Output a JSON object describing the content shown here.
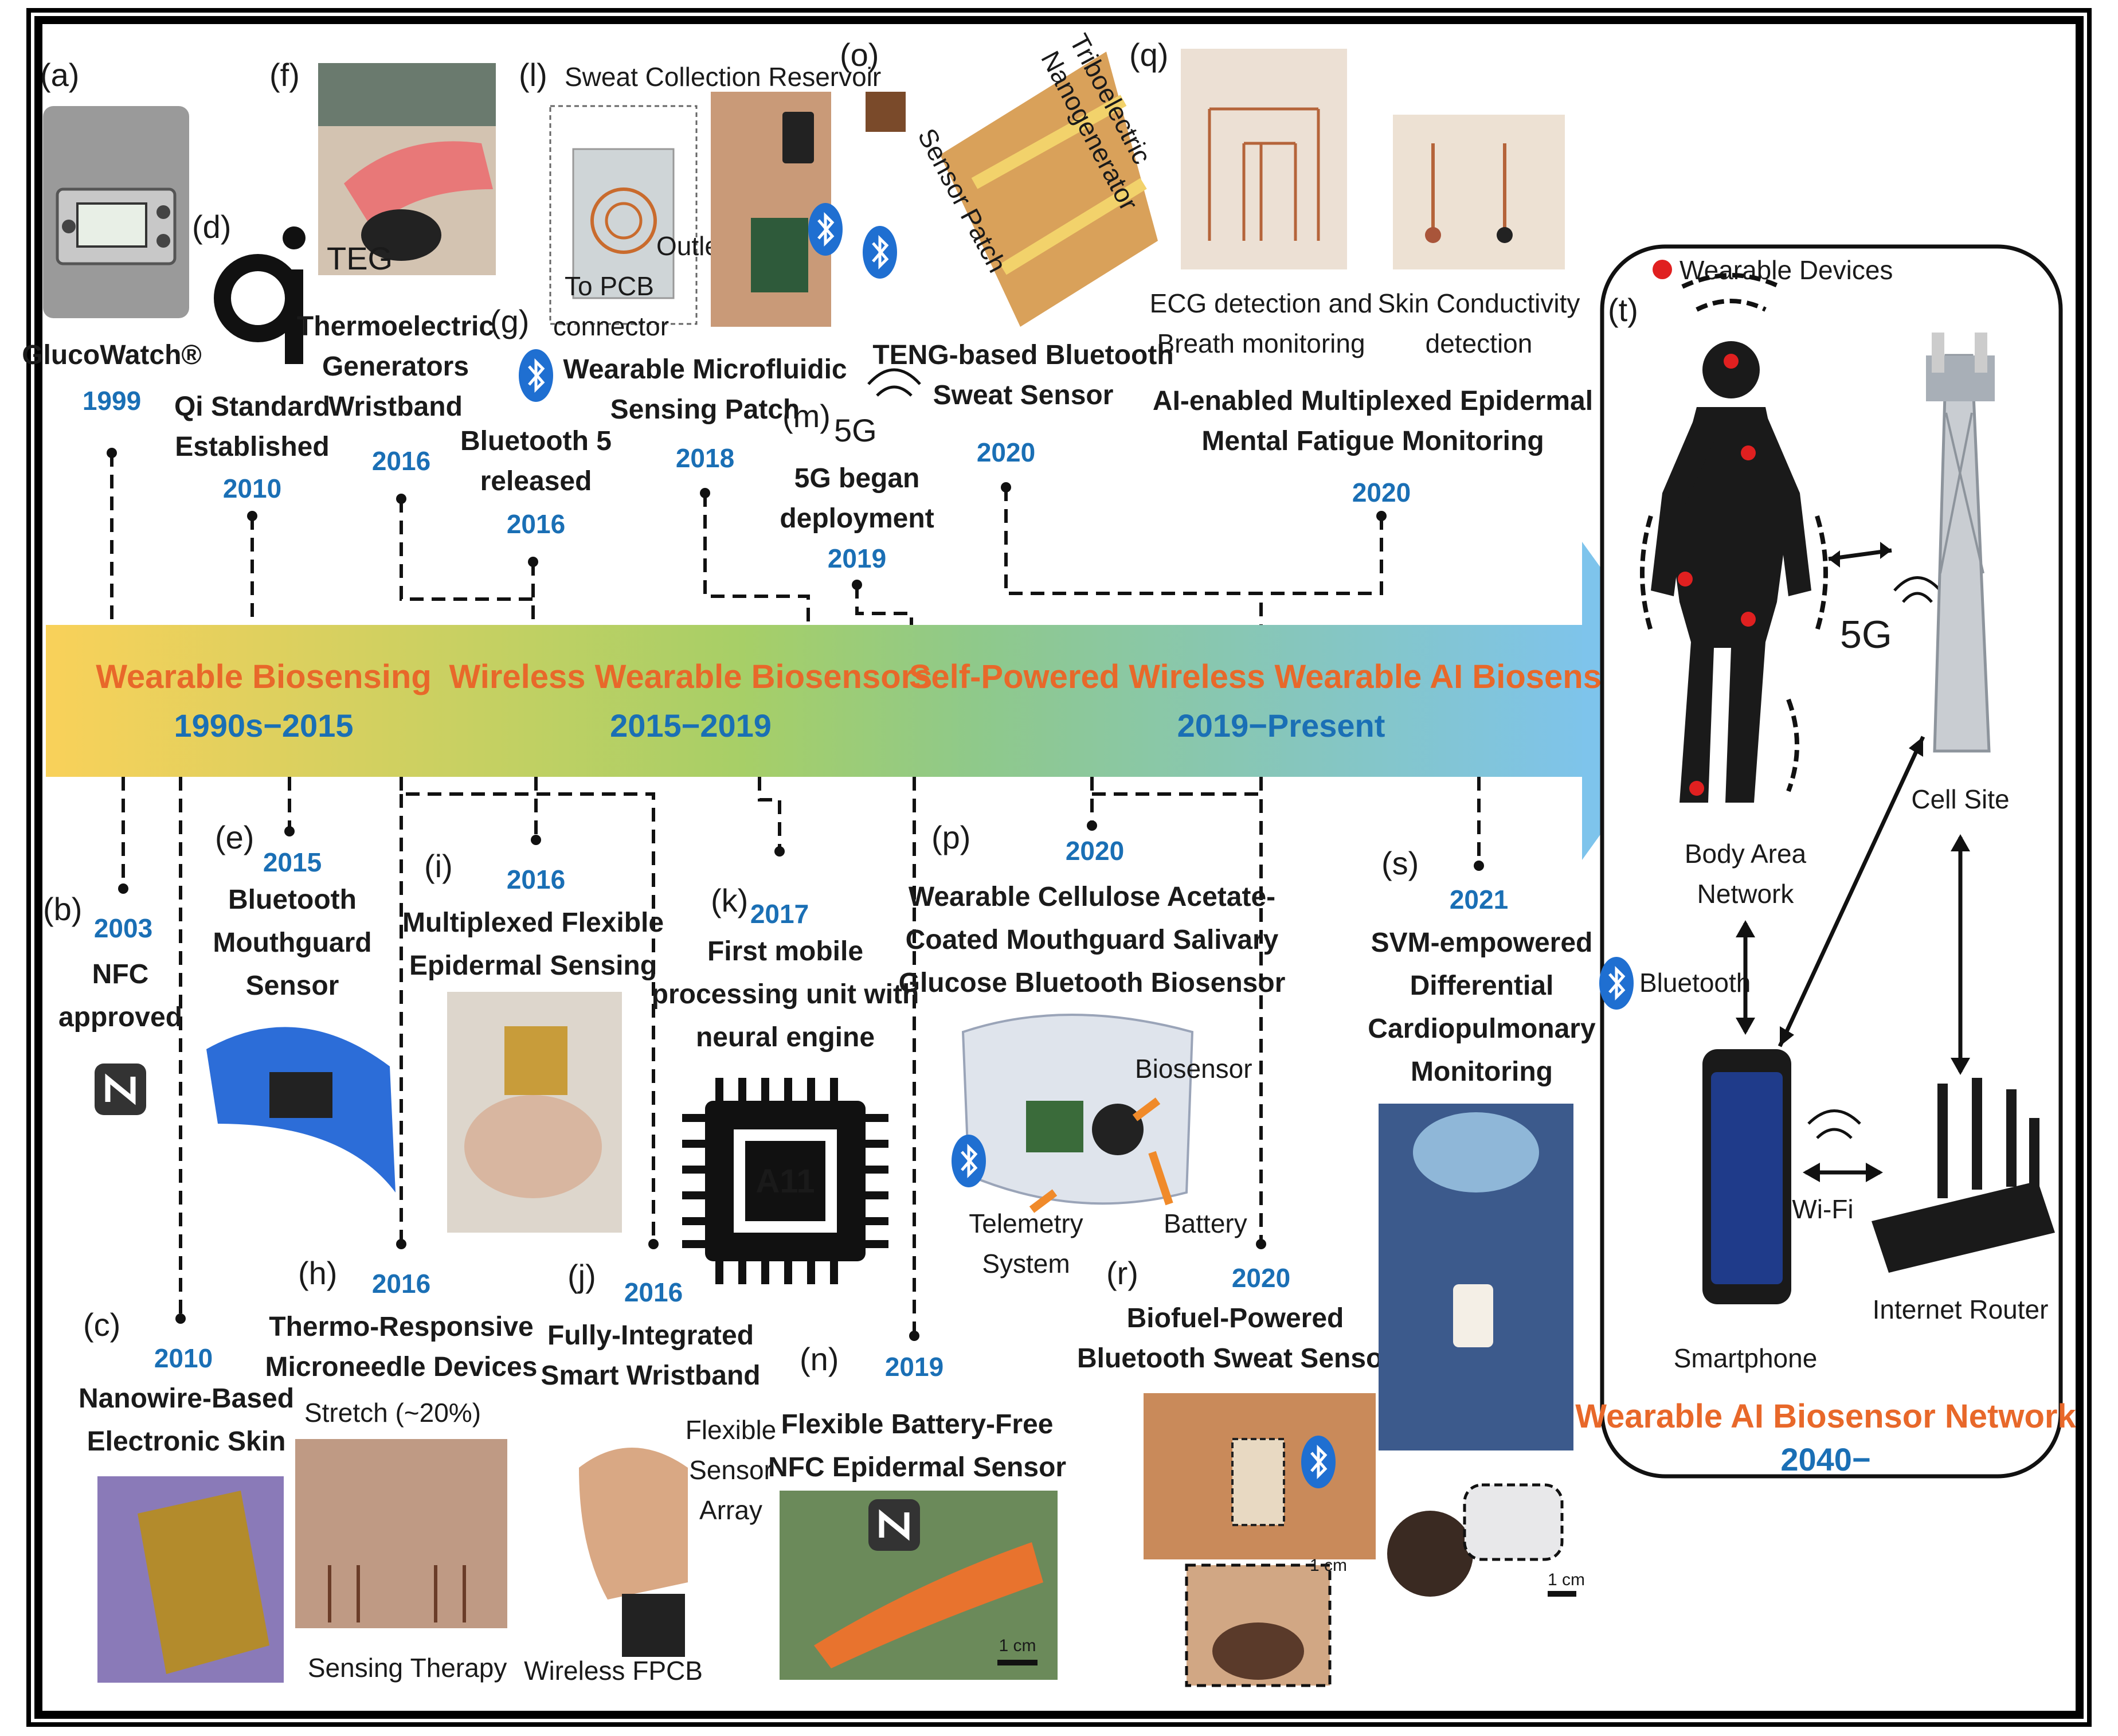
{
  "eras": [
    {
      "title": "Wearable Biosensing",
      "years": "1990s−2015"
    },
    {
      "title": "Wireless Wearable Biosensors",
      "years": "2015−2019"
    },
    {
      "title": "Self-Powered Wireless Wearable AI Biosensors",
      "years": "2019−Present"
    }
  ],
  "top": {
    "a": {
      "letter": "(a)",
      "caption": "GlucoWatch®",
      "year": "1999"
    },
    "d": {
      "letter": "(d)",
      "caption": [
        "Qi Standard",
        "Established"
      ],
      "year": "2010"
    },
    "f": {
      "letter": "(f)",
      "teg": "TEG",
      "caption": [
        "Thermoelectric",
        "Generators",
        "Wristband"
      ],
      "year": "2016"
    },
    "g": {
      "letter": "(g)",
      "caption": [
        "Bluetooth 5",
        "released"
      ],
      "year": "2016"
    },
    "l": {
      "letter": "(l)",
      "reservoir": "Sweat Collection Reservoir",
      "outlet": "Outlet",
      "pcb": [
        "To PCB",
        "connector"
      ],
      "caption": [
        "Wearable Microfluidic",
        "Sensing Patch"
      ],
      "year": "2018"
    },
    "m": {
      "letter": "(m)",
      "icon": "5G",
      "caption": [
        "5G began",
        "deployment"
      ],
      "year": "2019"
    },
    "o": {
      "letter": "(o)",
      "sensor_patch": "Sensor Patch",
      "teng_label": [
        "Triboelectric",
        "Nanogenerator"
      ],
      "caption": [
        "TENG-based Bluetooth",
        "Sweat Sensor"
      ],
      "year": "2020"
    },
    "q": {
      "letter": "(q)",
      "ecg": [
        "ECG detection and",
        "Breath monitoring"
      ],
      "skin": [
        "Skin Conductivity",
        "detection"
      ],
      "caption": [
        "AI-enabled Multiplexed Epidermal",
        "Mental Fatigue Monitoring"
      ],
      "year": "2020"
    }
  },
  "bottom": {
    "b": {
      "letter": "(b)",
      "year": "2003",
      "caption": [
        "NFC",
        "approved"
      ]
    },
    "c": {
      "letter": "(c)",
      "year": "2010",
      "caption": [
        "Nanowire-Based",
        "Electronic Skin"
      ]
    },
    "e": {
      "letter": "(e)",
      "year": "2015",
      "caption": [
        "Bluetooth",
        "Mouthguard",
        "Sensor"
      ]
    },
    "h": {
      "letter": "(h)",
      "year": "2016",
      "caption": [
        "Thermo-Responsive",
        "Microneedle Devices"
      ],
      "stretch": "Stretch (~20%)",
      "sensing": "Sensing",
      "therapy": "Therapy"
    },
    "i": {
      "letter": "(i)",
      "year": "2016",
      "caption": [
        "Multiplexed Flexible",
        "Epidermal Sensing"
      ]
    },
    "j": {
      "letter": "(j)",
      "year": "2016",
      "caption": [
        "Fully-Integrated",
        "Smart Wristband"
      ],
      "flex": [
        "Flexible",
        "Sensor",
        "Array"
      ],
      "fpcb": "Wireless FPCB"
    },
    "k": {
      "letter": "(k)",
      "year": "2017",
      "caption": [
        "First mobile",
        "processing unit with",
        "neural engine"
      ],
      "chip": "A11"
    },
    "n": {
      "letter": "(n)",
      "year": "2019",
      "caption": [
        "Flexible Battery-Free",
        "NFC Epidermal Sensor"
      ],
      "scale": "1 cm"
    },
    "p": {
      "letter": "(p)",
      "year": "2020",
      "caption": [
        "Wearable Cellulose Acetate-",
        "Coated Mouthguard Salivary",
        "Glucose Bluetooth Biosensor"
      ],
      "biosensor": "Biosensor",
      "telemetry": [
        "Telemetry",
        "System"
      ],
      "battery": "Battery"
    },
    "r": {
      "letter": "(r)",
      "year": "2020",
      "caption": [
        "Biofuel-Powered",
        "Bluetooth Sweat Sensor"
      ],
      "scale": "1 cm"
    },
    "s": {
      "letter": "(s)",
      "year": "2021",
      "caption": [
        "SVM-empowered",
        "Differential",
        "Cardiopulmonary",
        "Monitoring"
      ],
      "scale": "1 cm"
    }
  },
  "network": {
    "letter": "(t)",
    "legend": "Wearable Devices",
    "five_g": "5G",
    "cell_site": "Cell Site",
    "ban": [
      "Body Area",
      "Network"
    ],
    "bluetooth": "Bluetooth",
    "wifi": "Wi-Fi",
    "router": "Internet Router",
    "smartphone": "Smartphone",
    "title": "Wearable AI Biosensor Network",
    "year": "2040−"
  },
  "colors": {
    "accent_orange": "#e8682a",
    "accent_blue": "#1a6fb5",
    "bluetooth": "#1f6fd1",
    "arrow_start": "#f7c948",
    "arrow_mid": "#8cc56b",
    "arrow_end": "#7ec4ec"
  }
}
